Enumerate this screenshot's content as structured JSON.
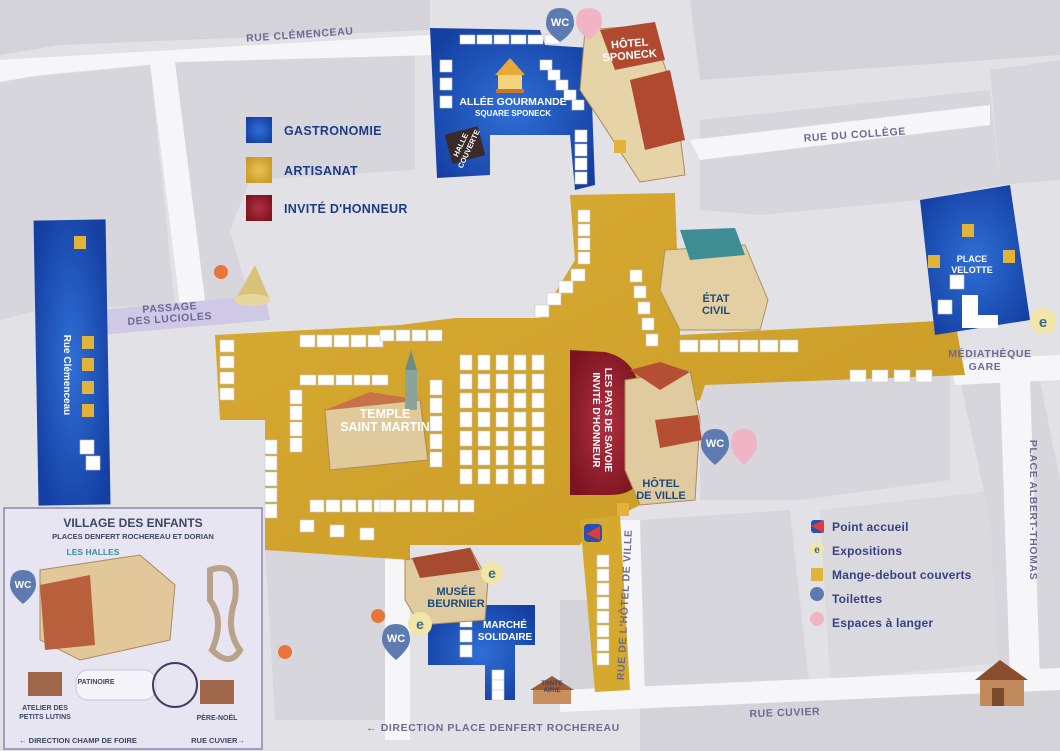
{
  "streets": {
    "rue_clemenceau_top": "RUE CLÉMENCEAU",
    "rue_du_college": "RUE DU COLLÈGE",
    "rue_clemenceau_left": "Rue Clémenceau",
    "passage_line1": "PASSAGE",
    "passage_line2": "DES LUCIOLES",
    "mediatheque_line1": "MÉDIATHÈQUE",
    "mediatheque_line2": "GARE",
    "place_albert_thomas": "PLACE ALBERT-THOMAS",
    "rue_hotel_de_ville": "RUE DE L'HÔTEL DE VILLE",
    "rue_cuvier": "RUE CUVIER",
    "direction_denfert": "← DIRECTION PLACE DENFERT ROCHEREAU"
  },
  "legend": {
    "gastronomie": "GASTRONOMIE",
    "artisanat": "ARTISANAT",
    "invite": "INVITÉ D'HONNEUR",
    "colors": {
      "gastronomie": "#1b4fb8",
      "artisanat": "#d4a82c",
      "invite": "#8e1a2a"
    }
  },
  "places": {
    "allee_line1": "ALLÉE GOURMANDE",
    "allee_line2": "SQUARE SPONECK",
    "halle_line1": "HALLE",
    "halle_line2": "COUVERTE",
    "hotel_sponeck_line1": "HÔTEL",
    "hotel_sponeck_line2": "SPONECK",
    "etat_line1": "ÉTAT",
    "etat_line2": "CIVIL",
    "temple_line1": "TEMPLE",
    "temple_line2": "SAINT MARTIN",
    "invite_line1": "INVITÉ D'HONNEUR",
    "invite_line2": "LES PAYS DE SAVOIE",
    "hotel_ville_line1": "HÔTEL",
    "hotel_ville_line2": "DE VILLE",
    "place_velotte_line1": "PLACE",
    "place_velotte_line2": "VELOTTE",
    "musee_line1": "MUSÉE",
    "musee_line2": "BEURNIER",
    "marche_line1": "MARCHÉ",
    "marche_line2": "SOLIDAIRE",
    "tante_line1": "TANTE",
    "tante_line2": "AIRIE"
  },
  "poi_legend": {
    "point_accueil": "Point accueil",
    "expositions": "Expositions",
    "mange_debout": "Mange-debout couverts",
    "toilettes": "Toilettes",
    "espaces_langer": "Espaces à langer"
  },
  "markers": {
    "wc": "WC",
    "expo": "e"
  },
  "inset": {
    "title": "VILLAGE DES ENFANTS",
    "subtitle": "PLACES DENFERT ROCHEREAU ET DORIAN",
    "les_halles": "LES HALLES",
    "patinoire": "PATINOIRE",
    "atelier_line1": "ATELIER DES",
    "atelier_line2": "PETITS LUTINS",
    "pere_noel": "PÈRE-NOËL",
    "direction_champ": "← DIRECTION CHAMP DE FOIRE",
    "rue_cuvier": "RUE CUVIER→"
  }
}
